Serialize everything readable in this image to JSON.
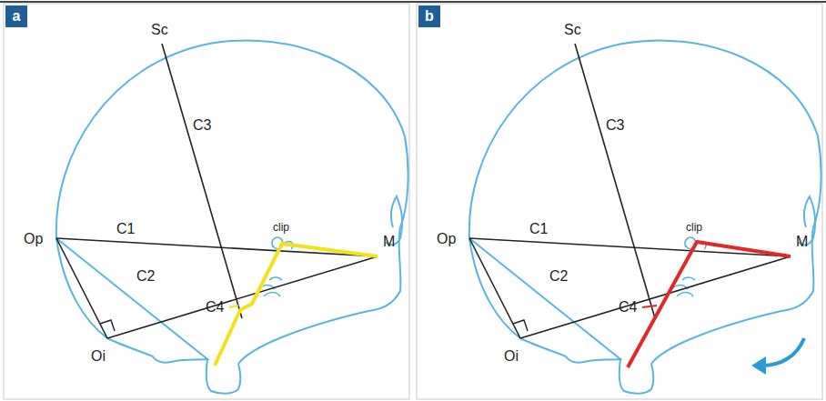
{
  "diagram": {
    "nodes": [
      {
        "text": [
          "a"
        ]
      },
      {
        "text": [
          "b"
        ]
      }
    ],
    "labels": [
      "Sc",
      "C3",
      "C1",
      "Op",
      "clip",
      "C4",
      "C2",
      "M",
      "Oi",
      "Sc",
      "C3",
      "C1",
      "Op",
      "clip",
      "C4",
      "C2",
      "M",
      "Oi"
    ]
  }
}
